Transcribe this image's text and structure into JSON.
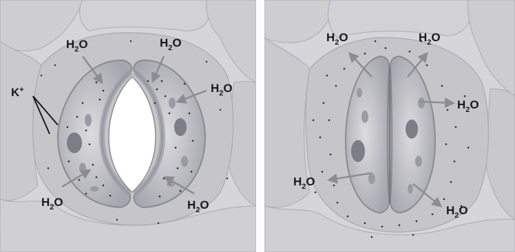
{
  "diagram": {
    "panels": [
      {
        "state": "open",
        "labels": {
          "ion": "K",
          "ion_charge": "+",
          "water_top_left": "H2O",
          "water_top_right": "H2O",
          "water_right": "H2O",
          "water_bottom_left": "H2O",
          "water_bottom_right": "H2O"
        }
      },
      {
        "state": "closed",
        "labels": {
          "water_top_left": "H2O",
          "water_top_right": "H2O",
          "water_right": "H2O",
          "water_bottom_left": "H2O",
          "water_bottom_right": "H2O"
        }
      }
    ],
    "colors": {
      "background": "#d6d6d8",
      "cell_fill": "#c4c4c8",
      "guard_cell": "#b2b2b8",
      "nucleus": "#7d7d85",
      "outline": "#8a8a90",
      "arrow": "#8c8c92",
      "text": "#1a1a1a"
    },
    "arrow_directions": {
      "open": "into guard cells",
      "closed": "out of guard cells"
    }
  }
}
